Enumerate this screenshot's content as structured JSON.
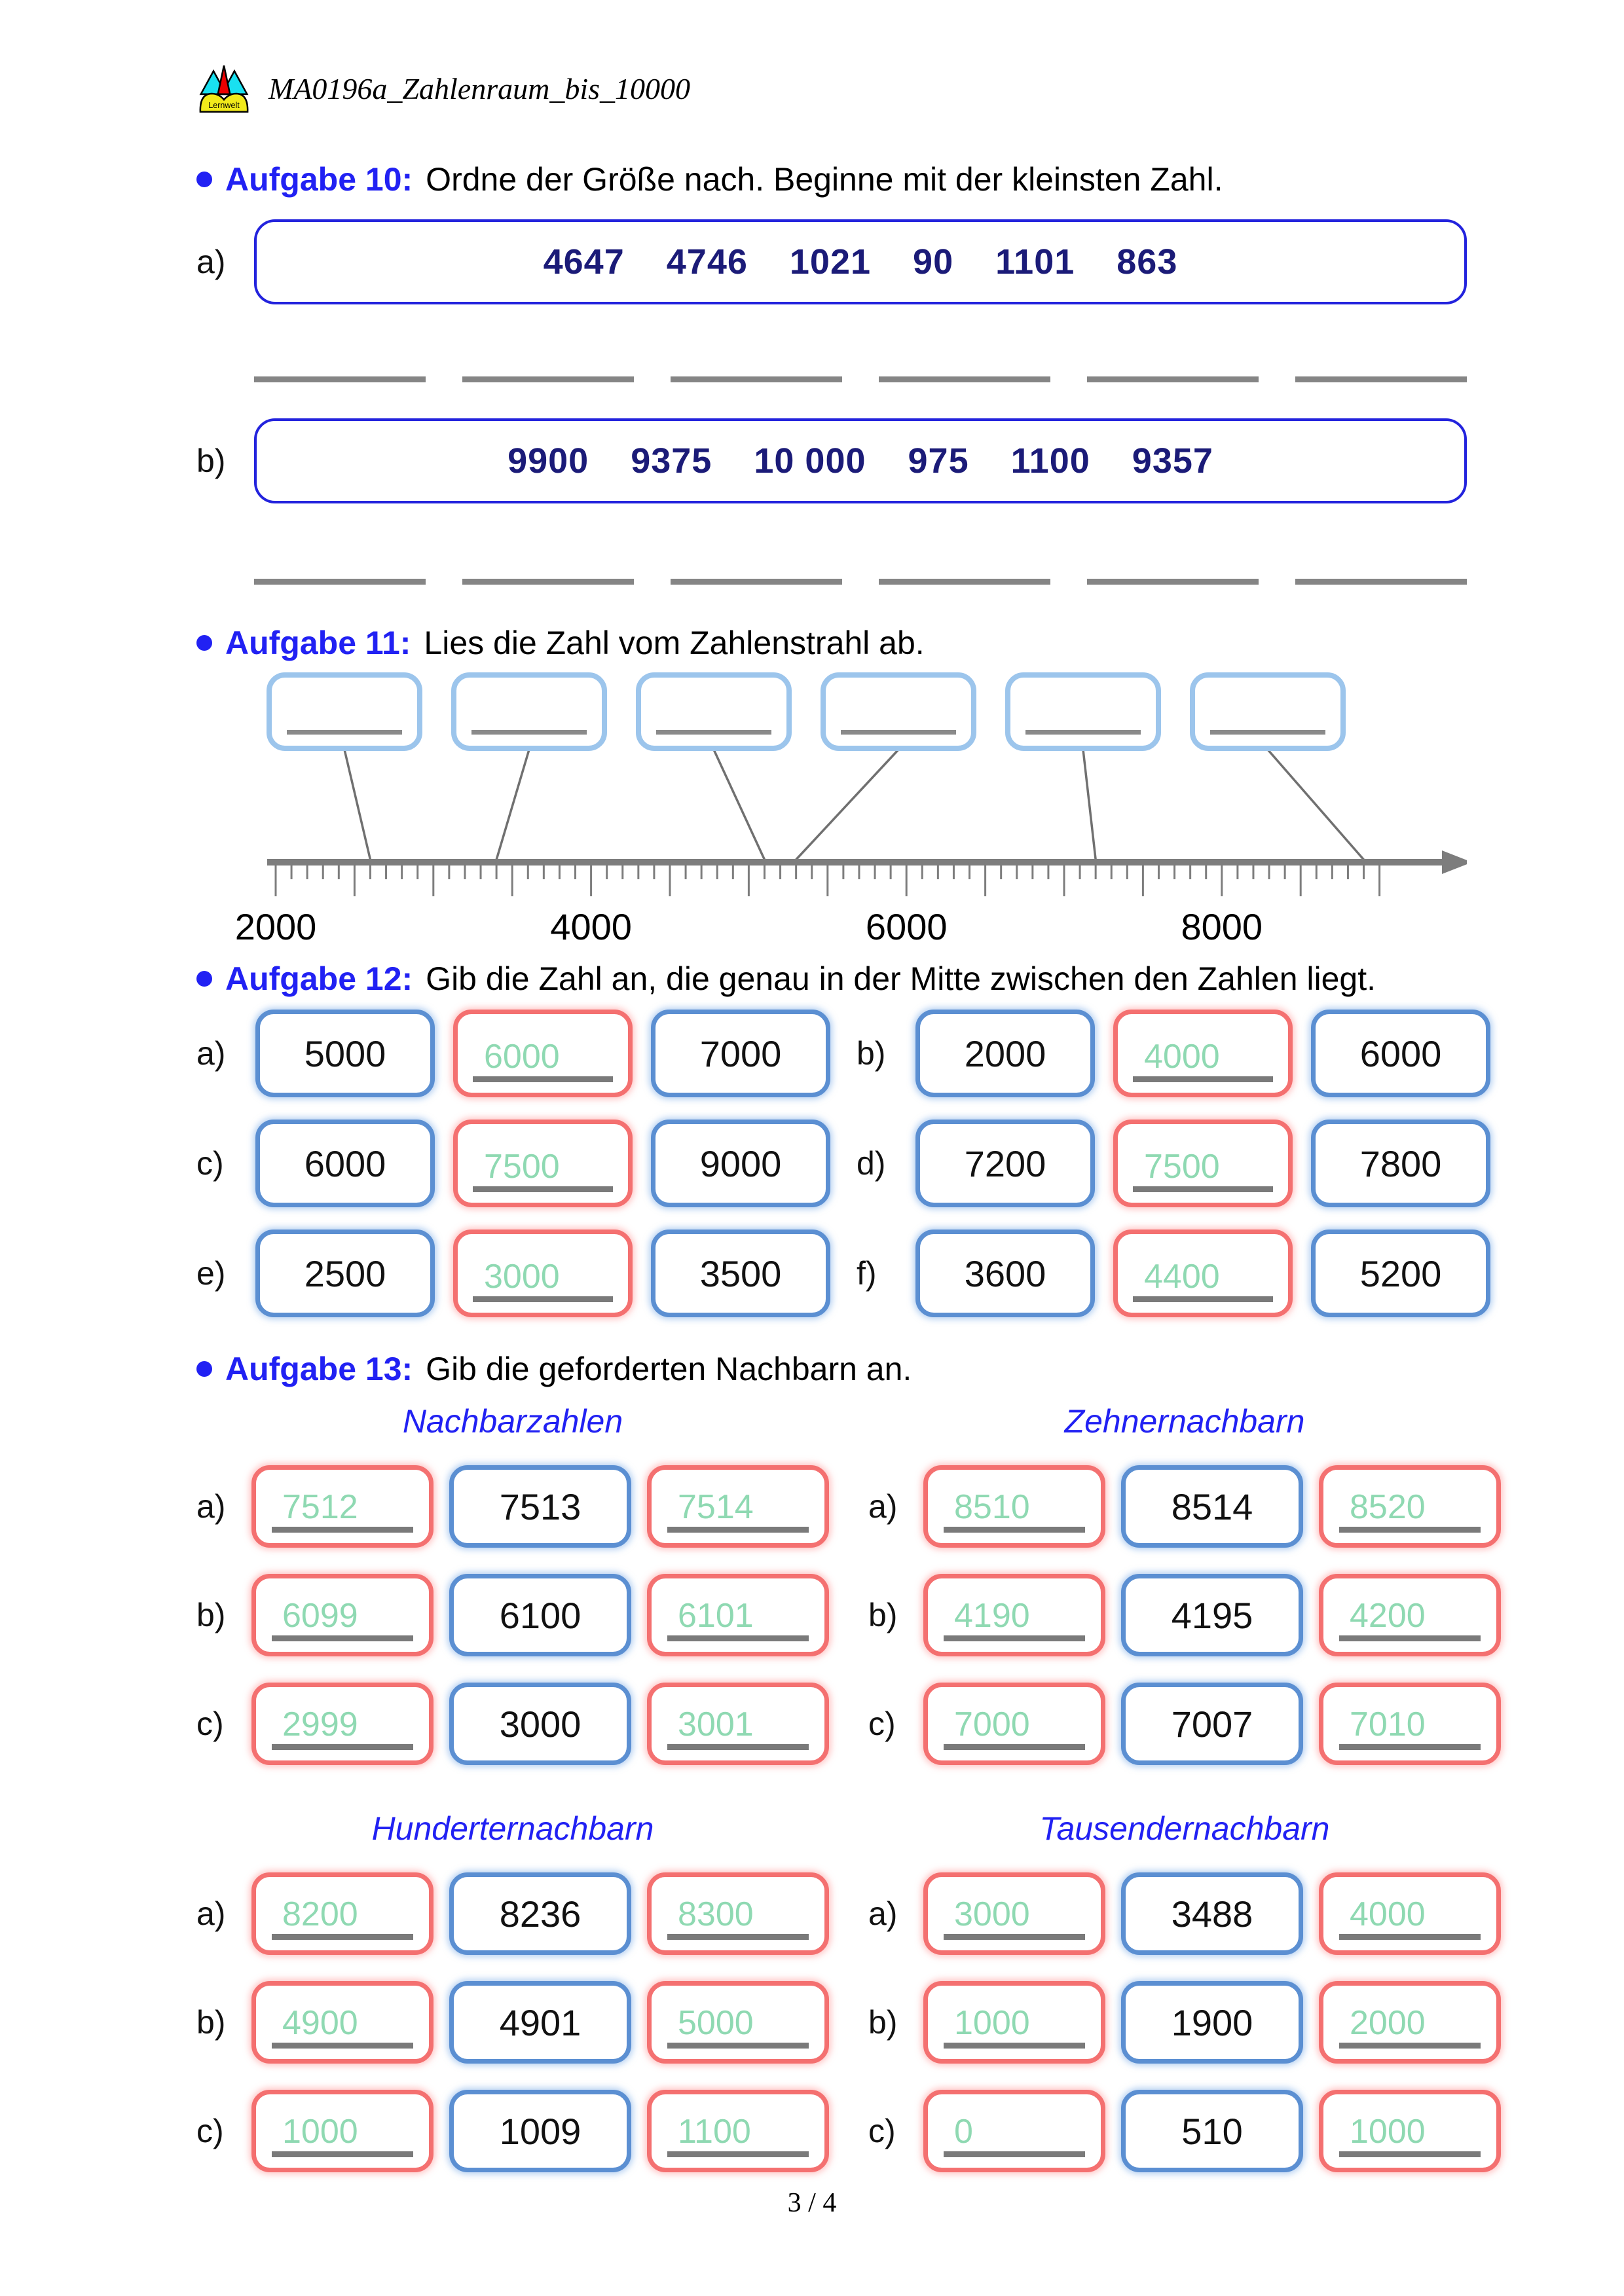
{
  "header": {
    "logo_text": "Lernwelt",
    "title": "MA0196a_Zahlenraum_bis_10000"
  },
  "footer": {
    "page_indicator": "3 / 4"
  },
  "colors": {
    "accent_blue": "#2121f3",
    "box_blue_border": "#5b8fd2",
    "box_red_border": "#f47070",
    "given_number_navy": "#1b1b78",
    "faint_answer_green": "#8fd9b2",
    "line_gray": "#7d7d7d"
  },
  "t10": {
    "label": "Aufgabe 10:",
    "text": "Ordne der Größe nach. Beginne mit der kleinsten Zahl.",
    "items": [
      {
        "label": "a)",
        "numbers": [
          "4647",
          "4746",
          "1021",
          "90",
          "1101",
          "863"
        ]
      },
      {
        "label": "b)",
        "numbers": [
          "9900",
          "9375",
          "10 000",
          "975",
          "1100",
          "9357"
        ]
      }
    ]
  },
  "t11": {
    "label": "Aufgabe 11:",
    "text": "Lies die Zahl vom Zahlenstrahl ab.",
    "axis_labels": [
      "2000",
      "4000",
      "6000",
      "8000"
    ],
    "axis_range": [
      2000,
      9000
    ],
    "minor_tick_step": 100,
    "major_tick_step": 500,
    "marks": [
      2600,
      3400,
      5100,
      5300,
      7200,
      8900
    ]
  },
  "t12": {
    "label": "Aufgabe 12:",
    "text": "Gib die Zahl an, die genau in der Mitte zwischen den Zahlen liegt.",
    "rows": [
      {
        "label": "a)",
        "left": "5000",
        "answer": "6000",
        "right": "7000"
      },
      {
        "label": "b)",
        "left": "2000",
        "answer": "4000",
        "right": "6000"
      },
      {
        "label": "c)",
        "left": "6000",
        "answer": "7500",
        "right": "9000"
      },
      {
        "label": "d)",
        "left": "7200",
        "answer": "7500",
        "right": "7800"
      },
      {
        "label": "e)",
        "left": "2500",
        "answer": "3000",
        "right": "3500"
      },
      {
        "label": "f)",
        "left": "3600",
        "answer": "4400",
        "right": "5200"
      }
    ]
  },
  "t13": {
    "label": "Aufgabe 13:",
    "text": "Gib die geforderten Nachbarn an.",
    "groups": [
      {
        "title": "Nachbarzahlen",
        "rows": [
          {
            "label": "a)",
            "before": "7512",
            "center": "7513",
            "after": "7514"
          },
          {
            "label": "b)",
            "before": "6099",
            "center": "6100",
            "after": "6101"
          },
          {
            "label": "c)",
            "before": "2999",
            "center": "3000",
            "after": "3001"
          }
        ]
      },
      {
        "title": "Zehnernachbarn",
        "rows": [
          {
            "label": "a)",
            "before": "8510",
            "center": "8514",
            "after": "8520"
          },
          {
            "label": "b)",
            "before": "4190",
            "center": "4195",
            "after": "4200"
          },
          {
            "label": "c)",
            "before": "7000",
            "center": "7007",
            "after": "7010"
          }
        ]
      },
      {
        "title": "Hunderternachbarn",
        "rows": [
          {
            "label": "a)",
            "before": "8200",
            "center": "8236",
            "after": "8300"
          },
          {
            "label": "b)",
            "before": "4900",
            "center": "4901",
            "after": "5000"
          },
          {
            "label": "c)",
            "before": "1000",
            "center": "1009",
            "after": "1100"
          }
        ]
      },
      {
        "title": "Tausendernachbarn",
        "rows": [
          {
            "label": "a)",
            "before": "3000",
            "center": "3488",
            "after": "4000"
          },
          {
            "label": "b)",
            "before": "1000",
            "center": "1900",
            "after": "2000"
          },
          {
            "label": "c)",
            "before": "0",
            "center": "510",
            "after": "1000"
          }
        ]
      }
    ]
  }
}
